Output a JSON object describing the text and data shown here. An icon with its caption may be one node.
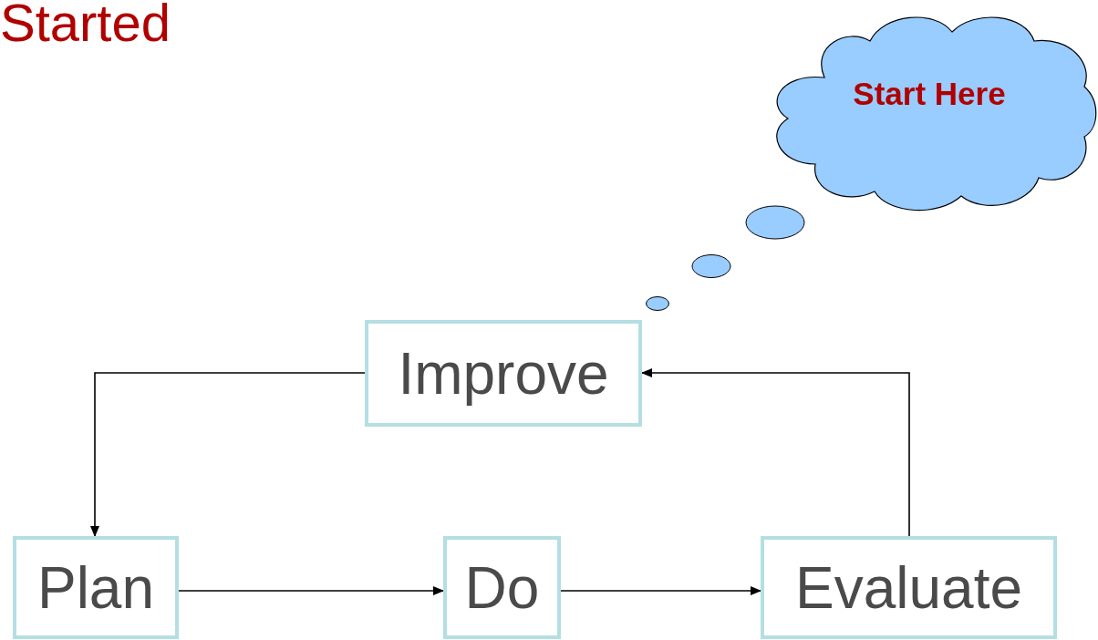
{
  "diagram": {
    "title": "Started",
    "nodes": [
      {
        "text": [
          "Improve"
        ]
      },
      {
        "text": [
          "Plan"
        ]
      },
      {
        "text": [
          "Do"
        ]
      },
      {
        "text": [
          "Evaluate"
        ]
      },
      {
        "text": [
          "Start Here"
        ]
      }
    ],
    "edges": [
      {
        "from": 0,
        "to": 1,
        "arrow": "to"
      },
      {
        "from": 1,
        "to": 2,
        "arrow": "to"
      },
      {
        "from": 2,
        "to": 3,
        "arrow": "to"
      },
      {
        "from": 3,
        "to": 0,
        "arrow": "to"
      }
    ]
  }
}
